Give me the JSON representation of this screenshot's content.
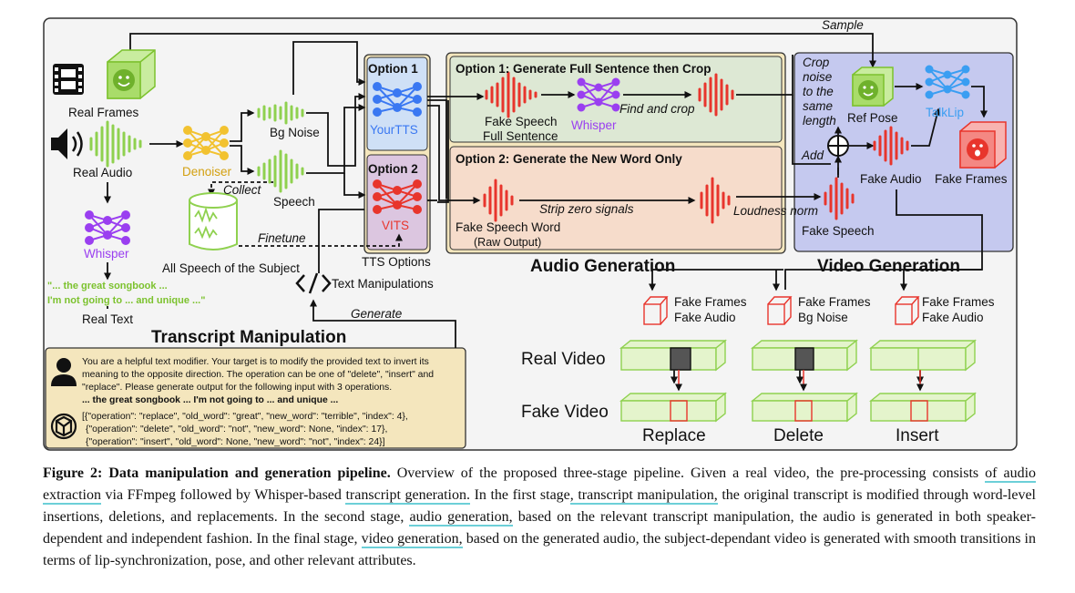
{
  "panels": {
    "audio_generation_title": "Audio Generation",
    "video_generation_title": "Video Generation",
    "transcript_manipulation_title": "Transcript Manipulation",
    "tts_options": "TTS Options",
    "option1_box": "Option 1: Generate Full Sentence then Crop",
    "option2_box": "Option 2: Generate the New Word Only",
    "tts_option1": "Option 1",
    "tts_option2": "Option 2"
  },
  "labels": {
    "real_frames": "Real Frames",
    "real_audio": "Real Audio",
    "denoiser": "Denoiser",
    "bg_noise": "Bg Noise",
    "speech": "Speech",
    "collect": "Collect",
    "finetune": "Finetune",
    "all_speech": "All Speech of the Subject",
    "whisper": "Whisper",
    "real_text": "Real Text",
    "quote_line1": "\"... the great songbook ...",
    "quote_line2": "I'm not going to ... and unique ...\"",
    "text_manipulations": "Text Manipulations",
    "generate": "Generate",
    "yourtts": "YourTTS",
    "vits": "VITS",
    "fake_speech_line1": "Fake Speech",
    "fake_speech_line2": "Full Sentence",
    "whisper2": "Whisper",
    "find_and_crop": "Find and crop",
    "fake_speech_word": "Fake Speech Word",
    "raw_output": "(Raw Output)",
    "strip_zero": "Strip zero signals",
    "loudness_norm": "Loudness norm",
    "sample": "Sample",
    "crop_noise": [
      "Crop",
      "noise",
      "to the",
      "same",
      "length"
    ],
    "add": "Add",
    "ref_pose": "Ref Pose",
    "talklip": "TalkLip",
    "fake_audio": "Fake Audio",
    "fake_frames": "Fake Frames",
    "fake_speech": "Fake Speech",
    "clip1_line1": "Fake Frames",
    "clip1_line2": "Fake Audio",
    "clip2_line1": "Fake Frames",
    "clip2_line2": "Bg Noise",
    "clip3_line1": "Fake Frames",
    "clip3_line2": "Fake Audio",
    "real_video": "Real Video",
    "fake_video": "Fake Video",
    "replace": "Replace",
    "delete": "Delete",
    "insert": "Insert"
  },
  "prompt": {
    "line1": "You are a helpful text modifier. Your target is to modify the provided text to invert its",
    "line2": "meaning to the opposite direction. The operation can be one of \"delete\", \"insert\" and",
    "line3": "\"replace\". Please generate output for the following input with 3 operations.",
    "line4": "... the great songbook ... I'm not going to ... and unique ...",
    "resp1": "[{\"operation\": \"replace\", \"old_word\": \"great\", \"new_word\": \"terrible\", \"index\": 4},",
    "resp2": "{\"operation\": \"delete\", \"old_word\": \"not\", \"new_word\": None, \"index\": 17},",
    "resp3": "{\"operation\": \"insert\", \"old_word\": None, \"new_word\": \"not\", \"index\": 24}]"
  },
  "caption": {
    "bold": "Figure 2: Data manipulation and generation pipeline.",
    "t1": " Overview of the proposed three-stage pipeline. Given a real video, the pre-processing consists ",
    "h1": "of audio extraction",
    "t2": " via FFmpeg followed by Whisper-based ",
    "h2": "transcript generation.",
    "t3": " In the first stage",
    "h3": ", transcript manipulation,",
    "t4": " the original transcript is modified through word-level insertions, deletions, and replacements. In the second stage, ",
    "h4": "audio generation,",
    "t5": " based on the relevant transcript manipulation, the audio is generated in both speaker-dependent and independent fashion. In the final stage, ",
    "h5": "video generation,",
    "t6": " based on the generated audio, the subject-dependant video is generated with smooth transitions in terms of lip-synchronization, pose, and other relevant attributes."
  },
  "colors": {
    "green_wave": "#8fd14f",
    "red_wave": "#e8352c",
    "purple": "#9a3ff0",
    "blue_net": "#3a78f2",
    "denoiser": "#f2c230",
    "opt1_bg": "#dde8d4",
    "opt2_bg": "#f6dccb",
    "video_bg": "#c5c9ef",
    "prompt_bg": "#f4e6bd"
  }
}
